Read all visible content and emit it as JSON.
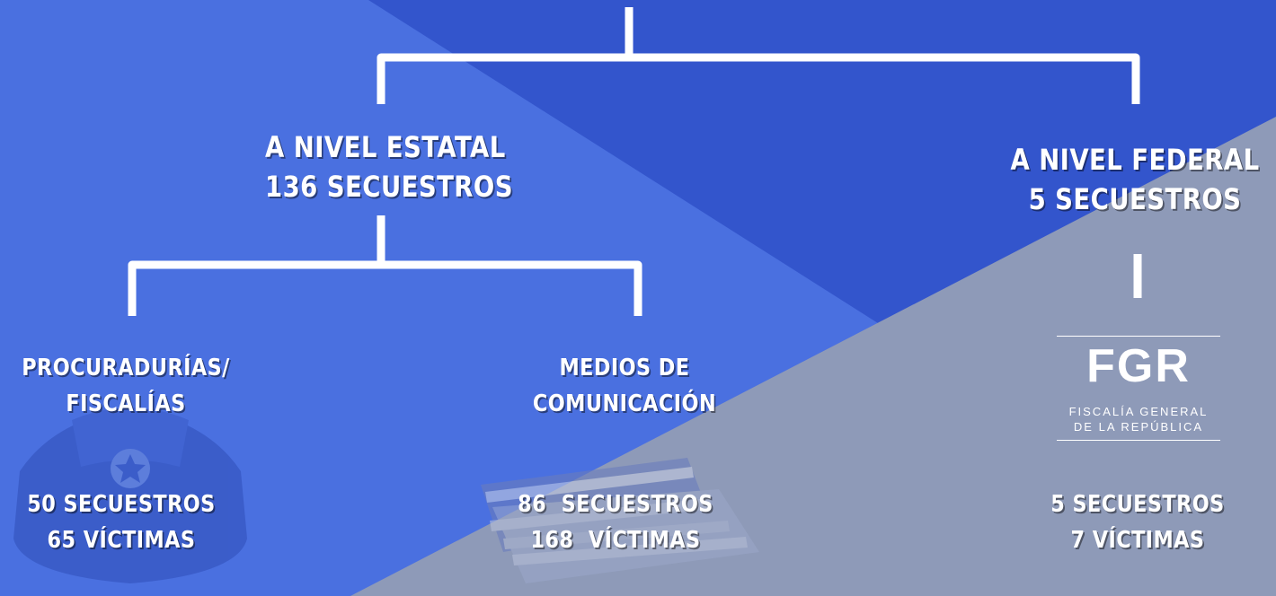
{
  "colors": {
    "primary_blue": "#4a70e0",
    "dark_blue": "#3355cc",
    "grey": "#8e9ab8",
    "connector": "#ffffff",
    "text": "#ffffff"
  },
  "state_level": {
    "line1": "A NIVEL ESTATAL",
    "line2": "136 SECUESTROS"
  },
  "federal_level": {
    "line1": "A NIVEL FEDERAL",
    "line2": "5 SECUESTROS"
  },
  "prosecutors": {
    "line1": "PROCURADURÍAS/",
    "line2": "FISCALÍAS",
    "kidnappings": "50 SECUESTROS",
    "victims": "65 VÍCTIMAS",
    "icon": "police-cap-icon"
  },
  "media": {
    "line1": "MEDIOS DE",
    "line2": "COMUNICACIÓN",
    "kidnappings": "86  SECUESTROS",
    "victims": "168  VÍCTIMAS",
    "icon": "newspaper-icon"
  },
  "fgr": {
    "logo_title": "FGR",
    "logo_sub1": "FISCALÍA GENERAL",
    "logo_sub2": "DE LA REPÚBLICA",
    "kidnappings": "5 SECUESTROS",
    "victims": "7 VÍCTIMAS"
  }
}
